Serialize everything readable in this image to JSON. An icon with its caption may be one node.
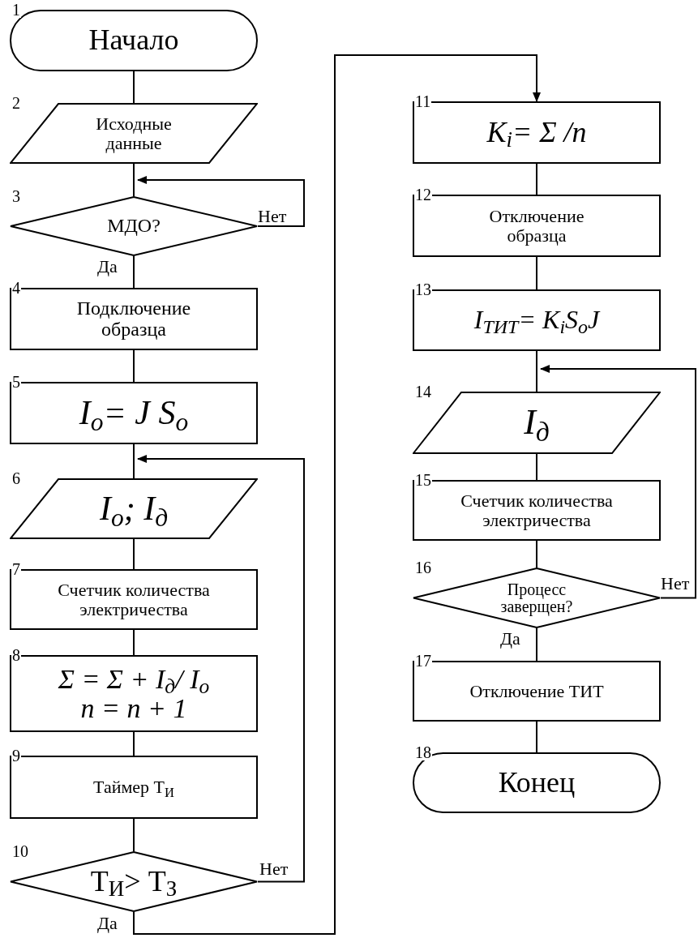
{
  "diagram": {
    "nodes": [
      {
        "text": [
          "Начало"
        ],
        "beside": [
          "1"
        ]
      },
      {
        "text": [
          "Исходные данные"
        ],
        "beside": [
          "2"
        ]
      },
      {
        "text": [
          "МДО?"
        ],
        "beside": [
          "3"
        ]
      },
      {
        "text": [
          "Подключение образца"
        ],
        "beside": [
          "4"
        ]
      },
      {
        "text": [
          "I$_{o}$= J S$_{o}$"
        ],
        "beside": [
          "5"
        ]
      },
      {
        "text": [
          "I$_{o}$; I$_{д}$"
        ],
        "beside": [
          "6"
        ]
      },
      {
        "text": [
          "Счетчик количества электричества"
        ],
        "beside": [
          "7"
        ]
      },
      {
        "text": [
          "Σ = Σ + I$_{д}$/ I$_{o}$",
          "n = n + 1"
        ],
        "beside": [
          "8"
        ]
      },
      {
        "text": [
          "Таймер  T$_{И}$"
        ],
        "beside": [
          "9"
        ]
      },
      {
        "text": [
          "T$_{И}$> T$_{З}$"
        ],
        "beside": [
          "10"
        ]
      },
      {
        "text": [
          "K$_{i}$= Σ /n"
        ],
        "beside": [
          "11"
        ]
      },
      {
        "text": [
          "Отключение образца"
        ],
        "beside": [
          "12"
        ]
      },
      {
        "text": [
          "I$_{ТИТ}$= K$_{i}$S$_{o}$J"
        ],
        "beside": [
          "13"
        ]
      },
      {
        "text": [
          "I$_{д}$"
        ],
        "beside": [
          "14"
        ]
      },
      {
        "text": [
          "Счетчик количества электричества"
        ],
        "beside": [
          "15"
        ]
      },
      {
        "text": [
          "Процесс заверщен?"
        ],
        "beside": [
          "16"
        ]
      },
      {
        "text": [
          "Отключение ТИТ"
        ],
        "beside": [
          "17"
        ]
      },
      {
        "text": [
          "Конец"
        ],
        "beside": [
          "18"
        ]
      }
    ],
    "edges": [
      {
        "from": 0,
        "to": 1,
        "arrow": "none"
      },
      {
        "from": 1,
        "to": 2,
        "arrow": "none"
      },
      {
        "from": 2,
        "to": 2,
        "arrow": "to",
        "label": "Нет"
      },
      {
        "from": 2,
        "to": 3,
        "arrow": "none",
        "label": "Да"
      },
      {
        "from": 3,
        "to": 4,
        "arrow": "none"
      },
      {
        "from": 4,
        "to": 5,
        "arrow": "none"
      },
      {
        "from": 9,
        "to": 5,
        "arrow": "to",
        "label": "Нет"
      },
      {
        "from": 5,
        "to": 6,
        "arrow": "none"
      },
      {
        "from": 6,
        "to": 7,
        "arrow": "none"
      },
      {
        "from": 7,
        "to": 8,
        "arrow": "none"
      },
      {
        "from": 8,
        "to": 9,
        "arrow": "none"
      },
      {
        "from": 9,
        "to": 10,
        "arrow": "to",
        "label": "Да"
      },
      {
        "from": 10,
        "to": 11,
        "arrow": "none"
      },
      {
        "from": 11,
        "to": 12,
        "arrow": "none"
      },
      {
        "from": 15,
        "to": 13,
        "arrow": "to",
        "label": "Нет"
      },
      {
        "from": 12,
        "to": 13,
        "arrow": "none"
      },
      {
        "from": 13,
        "to": 14,
        "arrow": "none"
      },
      {
        "from": 14,
        "to": 15,
        "arrow": "none"
      },
      {
        "from": 15,
        "to": 16,
        "arrow": "none",
        "label": "Да"
      },
      {
        "from": 16,
        "to": 17,
        "arrow": "none"
      }
    ]
  }
}
